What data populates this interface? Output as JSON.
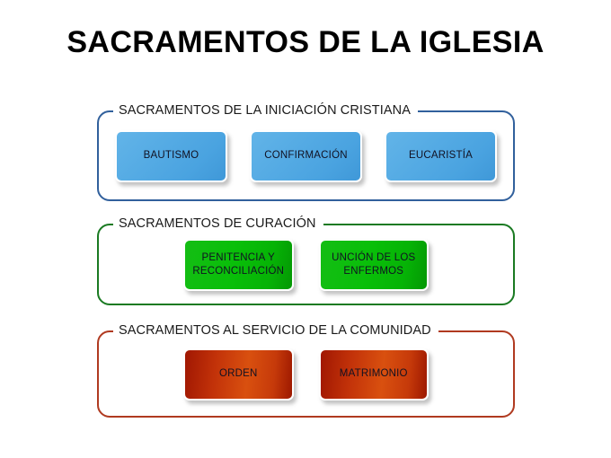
{
  "slide": {
    "title": "SACRAMENTOS DE LA IGLESIA",
    "background_color": "#ffffff"
  },
  "groups": [
    {
      "id": "iniciacion",
      "label": "SACRAMENTOS DE LA INICIACIÓN CRISTIANA",
      "frame_color": "#31609c",
      "box_color": "#4aa3e0",
      "items": [
        {
          "label": "BAUTISMO"
        },
        {
          "label": "CONFIRMACIÓN"
        },
        {
          "label": "EUCARISTÍA"
        }
      ]
    },
    {
      "id": "curacion",
      "label": "SACRAMENTOS DE CURACIÓN",
      "frame_color": "#1a7a22",
      "box_color": "#06b306",
      "items": [
        {
          "label": "PENITENCIA Y RECONCILIACIÓN"
        },
        {
          "label": "UNCIÓN DE LOS ENFERMOS"
        }
      ]
    },
    {
      "id": "servicio",
      "label": "SACRAMENTOS AL SERVICIO DE LA COMUNIDAD",
      "frame_color": "#b03a20",
      "box_color": "#c23209",
      "items": [
        {
          "label": "ORDEN"
        },
        {
          "label": "MATRIMONIO"
        }
      ]
    }
  ]
}
